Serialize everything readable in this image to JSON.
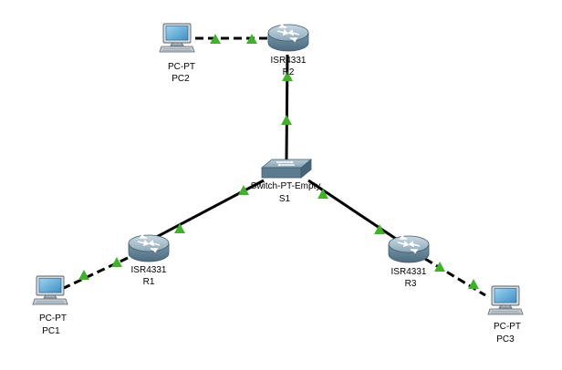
{
  "colors": {
    "canvas_bg": "#ffffff",
    "link_up": "#42b02c",
    "link_line": "#000000",
    "router_body": "#7f9bad",
    "switch_body": "#6e8c9e",
    "pc_screen": "#4fa4d6"
  },
  "devices": {
    "pc2": {
      "model": "PC-PT",
      "name": "PC2",
      "icon": "pc-icon"
    },
    "r2": {
      "model": "ISR4331",
      "name": "R2",
      "icon": "router-icon"
    },
    "s1": {
      "model": "Switch-PT-Empty",
      "name": "S1",
      "icon": "switch-icon"
    },
    "r1": {
      "model": "ISR4331",
      "name": "R1",
      "icon": "router-icon"
    },
    "pc1": {
      "model": "PC-PT",
      "name": "PC1",
      "icon": "pc-icon"
    },
    "r3": {
      "model": "ISR4331",
      "name": "R3",
      "icon": "router-icon"
    },
    "pc3": {
      "model": "PC-PT",
      "name": "PC3",
      "icon": "pc-icon"
    }
  },
  "links": [
    {
      "from": "pc2",
      "to": "r2",
      "cable": "crossover",
      "status": "up"
    },
    {
      "from": "r2",
      "to": "s1",
      "cable": "straight-through",
      "status": "up"
    },
    {
      "from": "s1",
      "to": "r1",
      "cable": "straight-through",
      "status": "up"
    },
    {
      "from": "s1",
      "to": "r3",
      "cable": "straight-through",
      "status": "up"
    },
    {
      "from": "r1",
      "to": "pc1",
      "cable": "crossover",
      "status": "up"
    },
    {
      "from": "r3",
      "to": "pc3",
      "cable": "crossover",
      "status": "up"
    }
  ]
}
